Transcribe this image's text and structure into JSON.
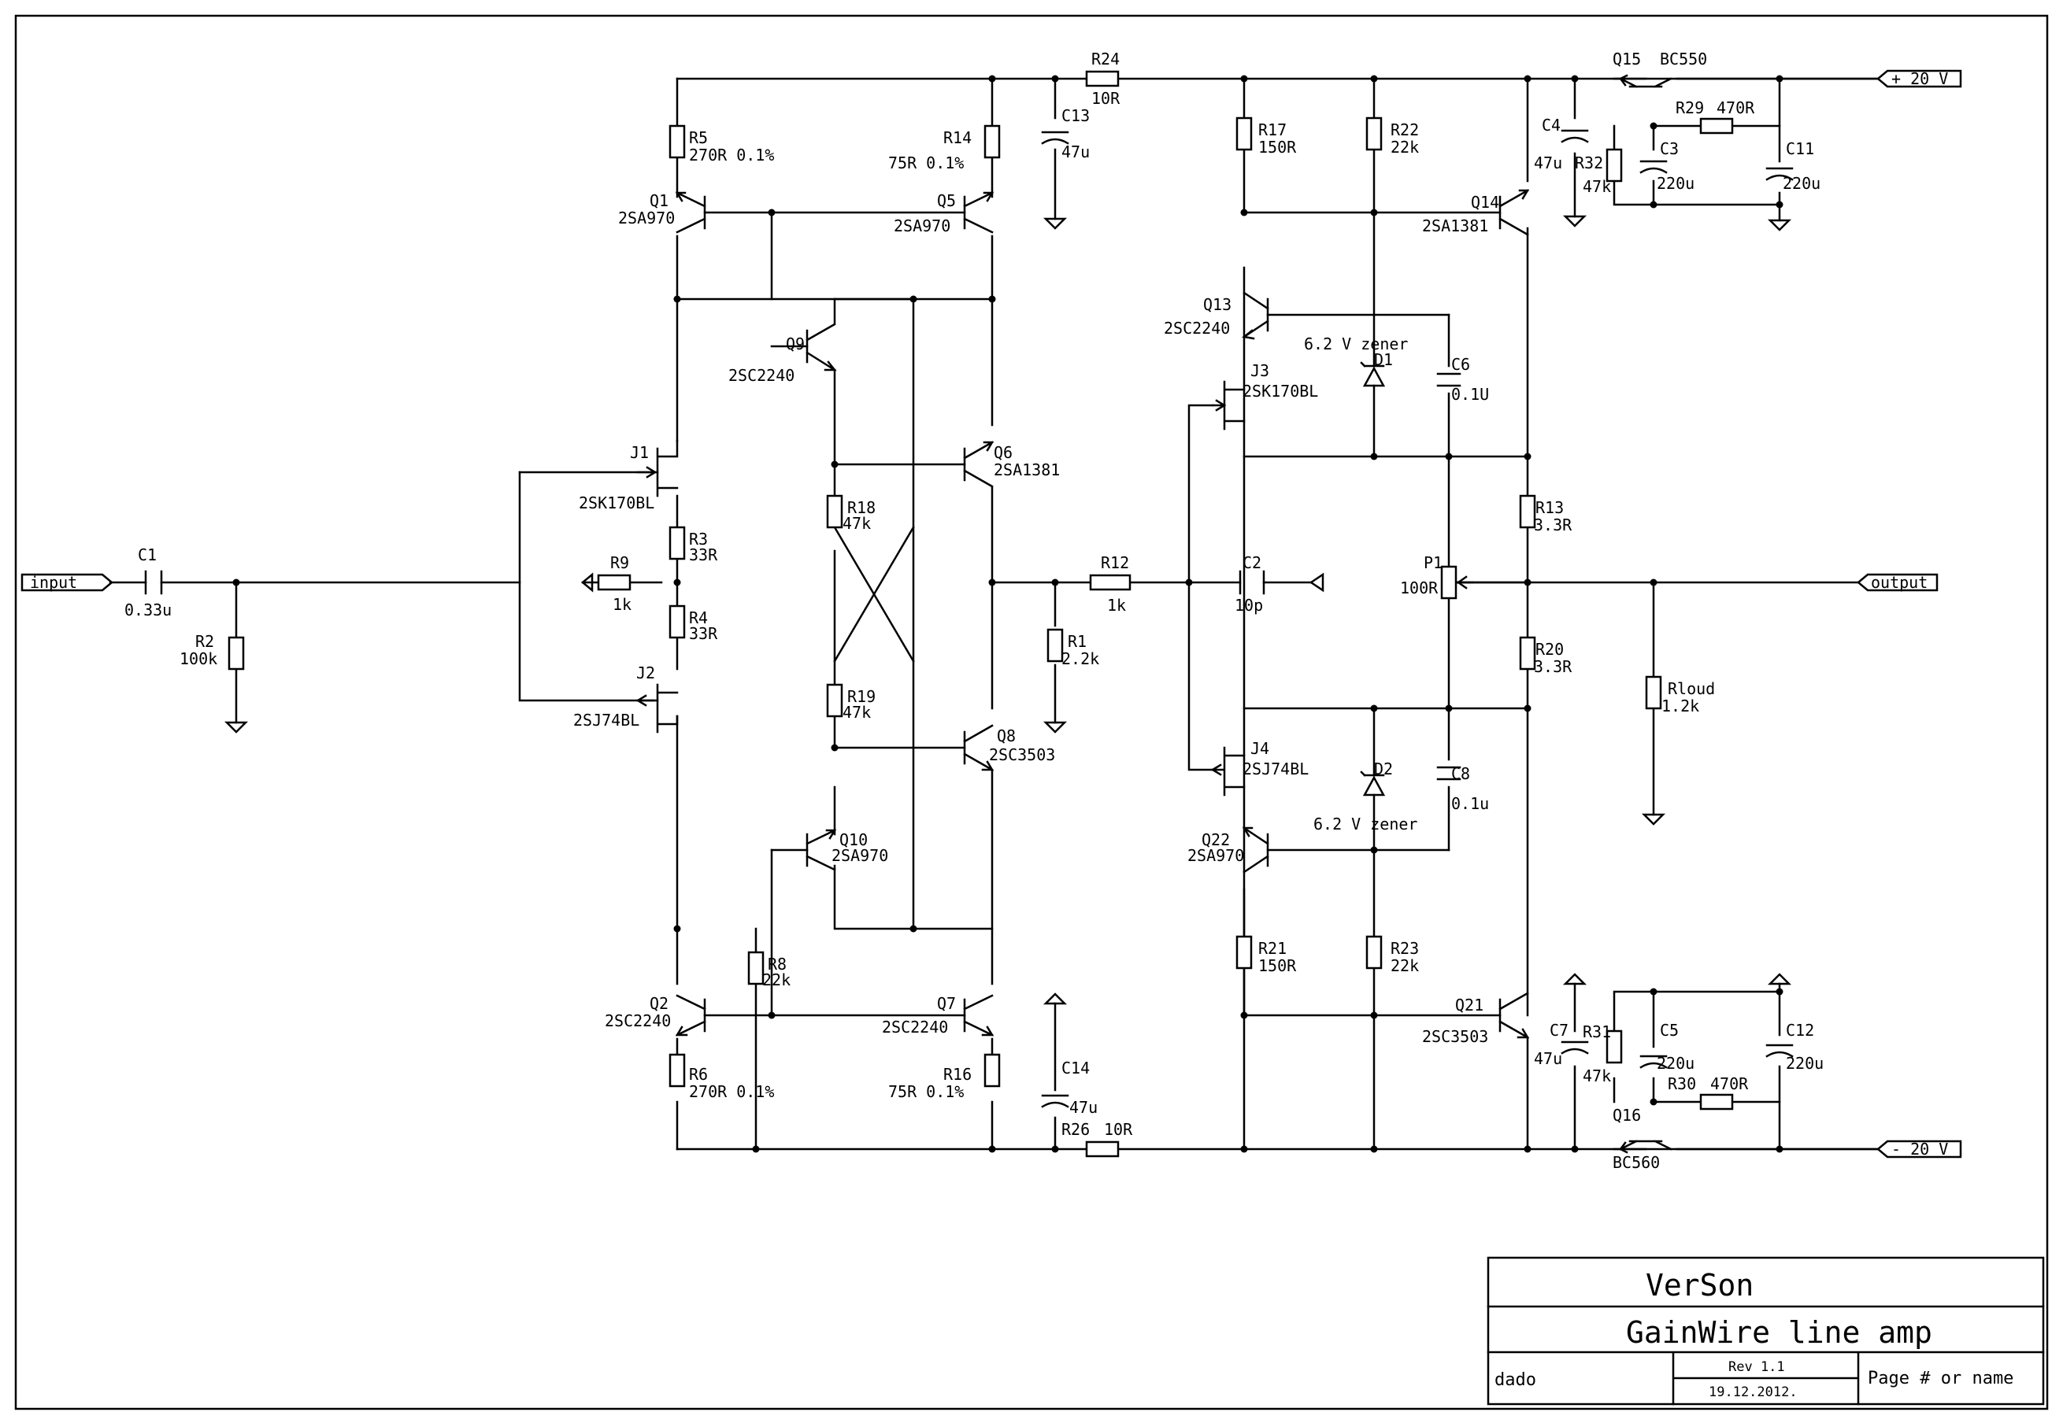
{
  "title_block": {
    "company": "VerSon",
    "title": "GainWire line amp",
    "author": "dado",
    "revision": "Rev 1.1",
    "date": "19.12.2012.",
    "page": "Page # or name"
  },
  "ports": {
    "input": "input",
    "output": "output",
    "vpos": "+ 20 V",
    "vneg": "- 20 V"
  },
  "components": {
    "C1": {
      "ref": "C1",
      "value": "0.33u"
    },
    "R2": {
      "ref": "R2",
      "value": "100k"
    },
    "R9": {
      "ref": "R9",
      "value": "1k"
    },
    "R3": {
      "ref": "R3",
      "value": "33R"
    },
    "R4": {
      "ref": "R4",
      "value": "33R"
    },
    "J1": {
      "ref": "J1",
      "value": "2SK170BL"
    },
    "J2": {
      "ref": "J2",
      "value": "2SJ74BL"
    },
    "R5": {
      "ref": "R5",
      "value": "270R 0.1%"
    },
    "R6": {
      "ref": "R6",
      "value": "270R 0.1%"
    },
    "Q1": {
      "ref": "Q1",
      "value": "2SA970"
    },
    "Q2": {
      "ref": "Q2",
      "value": "2SC2240"
    },
    "Q5": {
      "ref": "Q5",
      "value": "2SA970"
    },
    "Q7": {
      "ref": "Q7",
      "value": "2SC2240"
    },
    "R14": {
      "ref": "R14",
      "value": "75R 0.1%"
    },
    "R16": {
      "ref": "R16",
      "value": "75R 0.1%"
    },
    "Q9": {
      "ref": "Q9",
      "value": "2SC2240"
    },
    "Q10": {
      "ref": "Q10",
      "value": "2SA970"
    },
    "R18": {
      "ref": "R18",
      "value": "47k"
    },
    "R19": {
      "ref": "R19",
      "value": "47k"
    },
    "R8": {
      "ref": "R8",
      "value": "22k"
    },
    "Q6": {
      "ref": "Q6",
      "value": "2SA1381"
    },
    "Q8": {
      "ref": "Q8",
      "value": "2SC3503"
    },
    "R24": {
      "ref": "R24",
      "value": "10R"
    },
    "R26": {
      "ref": "R26",
      "value": "10R"
    },
    "C13": {
      "ref": "C13",
      "value": "47u"
    },
    "C14": {
      "ref": "C14",
      "value": "47u"
    },
    "R12": {
      "ref": "R12",
      "value": "1k"
    },
    "R1": {
      "ref": "R1",
      "value": "2.2k"
    },
    "C2": {
      "ref": "C2",
      "value": "10p"
    },
    "R17": {
      "ref": "R17",
      "value": "150R"
    },
    "R21": {
      "ref": "R21",
      "value": "150R"
    },
    "R22": {
      "ref": "R22",
      "value": "22k"
    },
    "R23": {
      "ref": "R23",
      "value": "22k"
    },
    "Q13": {
      "ref": "Q13",
      "value": "2SC2240"
    },
    "Q22": {
      "ref": "Q22",
      "value": "2SA970"
    },
    "J3": {
      "ref": "J3",
      "value": "2SK170BL"
    },
    "J4": {
      "ref": "J4",
      "value": "2SJ74BL"
    },
    "D1": {
      "ref": "D1",
      "value": "6.2 V zener"
    },
    "D2": {
      "ref": "D2",
      "value": "6.2 V zener"
    },
    "C6": {
      "ref": "C6",
      "value": "0.1U"
    },
    "C8": {
      "ref": "C8",
      "value": "0.1u"
    },
    "Q14": {
      "ref": "Q14",
      "value": "2SA1381"
    },
    "Q21": {
      "ref": "Q21",
      "value": "2SC3503"
    },
    "R13": {
      "ref": "R13",
      "value": "3.3R"
    },
    "R20": {
      "ref": "R20",
      "value": "3.3R"
    },
    "P1": {
      "ref": "P1",
      "value": "100R"
    },
    "Rloud": {
      "ref": "Rloud",
      "value": "1.2k"
    },
    "Q15": {
      "ref": "Q15",
      "value": "BC550"
    },
    "Q16": {
      "ref": "Q16",
      "value": "BC560"
    },
    "R29": {
      "ref": "R29",
      "value": "470R"
    },
    "R30": {
      "ref": "R30",
      "value": "470R"
    },
    "R31": {
      "ref": "R31",
      "value": "47k"
    },
    "R32": {
      "ref": "R32",
      "value": "47k"
    },
    "C3": {
      "ref": "C3",
      "value": "220u"
    },
    "C5": {
      "ref": "C5",
      "value": "220u"
    },
    "C11": {
      "ref": "C11",
      "value": "220u"
    },
    "C12": {
      "ref": "C12",
      "value": "220u"
    },
    "C4": {
      "ref": "C4",
      "value": "47u"
    },
    "C7": {
      "ref": "C7",
      "value": "47u"
    }
  }
}
